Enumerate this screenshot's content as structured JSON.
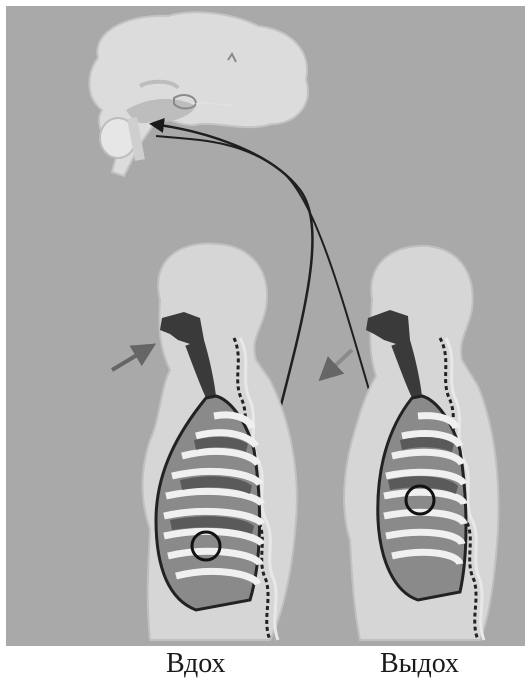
{
  "labels": {
    "inhale": "Вдох",
    "exhale": "Выдох"
  },
  "colors": {
    "background": "#a8a8a8",
    "body": "#d6d6d6",
    "brain": "#dcdcdc",
    "ribs_dark": "#6f6f6f",
    "ribs_light": "#c7c7c7",
    "spine": "#2a2a2a",
    "airway": "#3b3b3b",
    "nerve_line": "#2b2b2b"
  },
  "icons": [
    "brain-icon",
    "inhale-torso",
    "exhale-torso",
    "airflow-arrow"
  ]
}
